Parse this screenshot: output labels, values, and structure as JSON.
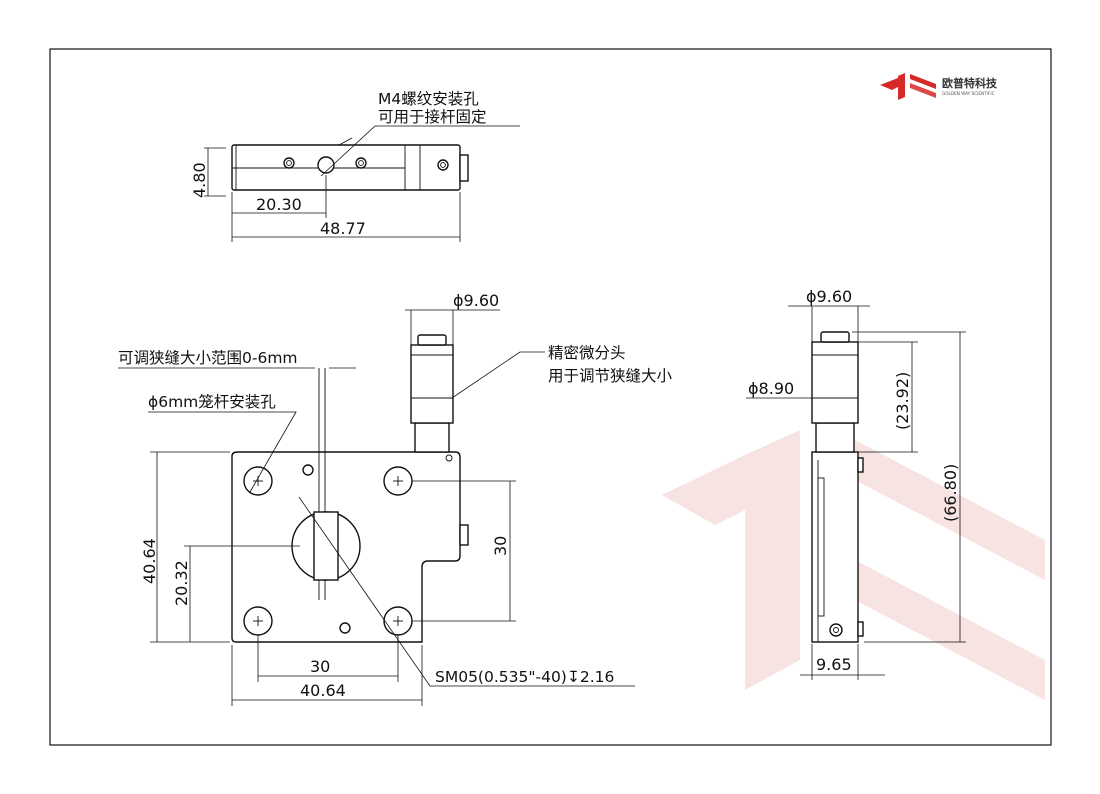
{
  "logo": {
    "name_cn": "欧普特科技",
    "name_en": "GOLDEN WAY SCIENTIFIC",
    "color": "#d62a27"
  },
  "top_view": {
    "note_line1": "M4螺纹安装孔",
    "note_line2": "可用于接杆固定",
    "dim_height": "4.80",
    "dim_hole_offset": "20.30",
    "dim_length": "48.77"
  },
  "front_view": {
    "note_slit": "可调狭缝大小范围0-6mm",
    "note_cage": "ϕ6mm笼杆安装孔",
    "note_micrometer_line1": "精密微分头",
    "note_micrometer_line2": "用于调节狭缝大小",
    "dim_micrometer_dia": "ϕ9.60",
    "dim_height": "40.64",
    "dim_center_height": "20.32",
    "dim_hole_spacing_v": "30",
    "dim_hole_spacing_h": "30",
    "dim_width": "40.64",
    "note_thread": "SM05(0.535\"-40)",
    "note_depth": "2.16",
    "depth_symbol": "↧"
  },
  "side_view": {
    "dim_top_dia": "ϕ9.60",
    "dim_mid_dia": "ϕ8.90",
    "dim_micrometer_len": "(23.92)",
    "dim_total_height": "(66.80)",
    "dim_thickness": "9.65"
  },
  "colors": {
    "line": "#111111",
    "watermark": "#f7e3e1"
  }
}
